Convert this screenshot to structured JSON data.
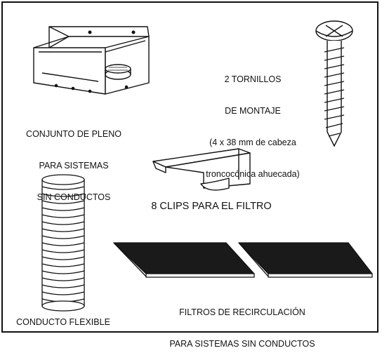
{
  "labels": {
    "plenum_line1": "CONJUNTO DE PLENO",
    "plenum_line2": "PARA SISTEMAS",
    "plenum_line3": "SIN CONDUCTOS",
    "screws_line1": "2 TORNILLOS",
    "screws_line2": "DE MONTAJE",
    "screws_line3": "(4 x 38 mm de cabeza",
    "screws_line4": "troncocónica ahuecada)",
    "clips": "8 CLIPS PARA EL FILTRO",
    "filters_line1": "FILTROS DE RECIRCULACIÓN",
    "filters_line2": "PARA SISTEMAS SIN CONDUCTOS",
    "duct": "CONDUCTO FLEXIBLE"
  }
}
